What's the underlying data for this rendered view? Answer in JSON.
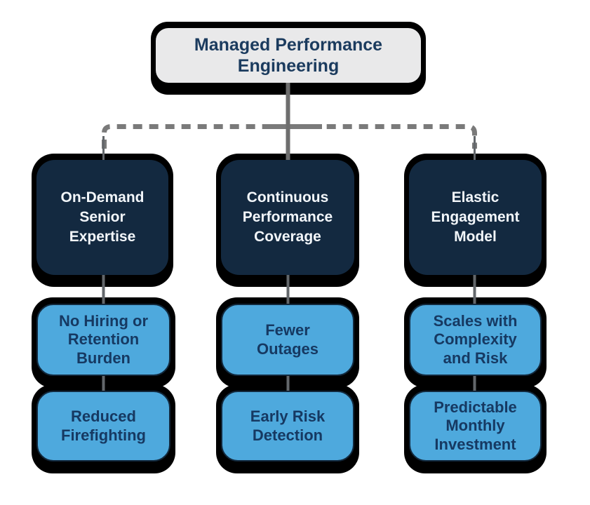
{
  "diagram": {
    "title_node": {
      "label": "Managed Performance Engineering"
    },
    "branches": [
      {
        "label": "On-Demand Senior Expertise",
        "children": [
          "No Hiring or Retention Burden",
          "Reduced Firefighting"
        ]
      },
      {
        "label": "Continuous Performance Coverage",
        "children": [
          "Fewer Outages",
          "Early Risk Detection"
        ]
      },
      {
        "label": "Elastic Engagement Model",
        "children": [
          "Scales with Complexity and Risk",
          "Predictable Monthly Investment"
        ]
      }
    ],
    "colors": {
      "root_box_bg": "#e9e9ea",
      "root_box_text": "#1b3b5e",
      "branch_box_bg": "#132940",
      "branch_box_text": "#f2f6fa",
      "leaf_box_bg": "#4ea9dd",
      "leaf_box_border": "#12283c",
      "leaf_box_text": "#163962",
      "connector_gray": "#7a7a7a",
      "shadow_black": "#000000"
    },
    "connector_styles": {
      "trunk": "solid",
      "branch_spine": "dashed"
    }
  }
}
